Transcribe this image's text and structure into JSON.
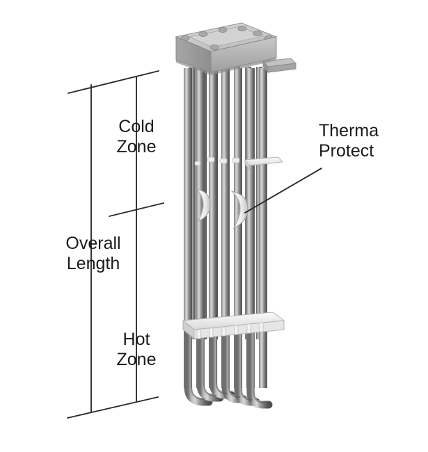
{
  "diagram": {
    "title": "Immersion Heater Element Zones Diagram",
    "background_color": "#ffffff",
    "line_color": "#2b2b2b",
    "text_color": "#1a1a1a"
  },
  "labels": {
    "cold_zone": "Cold\nZone",
    "overall_length": "Overall\nLength",
    "hot_zone": "Hot\nZone",
    "thermal_protection": "Therma\nProtect"
  },
  "annotations": {
    "cold_zone_name": "cold-zone-label",
    "overall_length_name": "overall-length-label",
    "hot_zone_name": "hot-zone-label",
    "thermal_protection_name": "thermal-protection-label"
  },
  "product": {
    "component_names": [
      "terminal-enclosure-box",
      "mounting-flange",
      "heating-element-tubes",
      "thermal-protection-clamp",
      "tube-support-bracket",
      "u-bend-tube-return"
    ],
    "tube_count": 7,
    "thermal_protection_clamp_count": 2,
    "box_color": "#b4b4b4",
    "tube_color": "#8d8d8d",
    "bracket_color": "#f2f2f2"
  },
  "dimension_lines": {
    "left_line_label": "overall-length-dimension-line",
    "right_line_label": "zone-dimension-line",
    "top_extension_label": "top-extension-line",
    "mid_extension_label": "mid-extension-line",
    "bottom_extension_label": "bottom-extension-line",
    "leader_label": "thermal-protection-leader-line"
  }
}
